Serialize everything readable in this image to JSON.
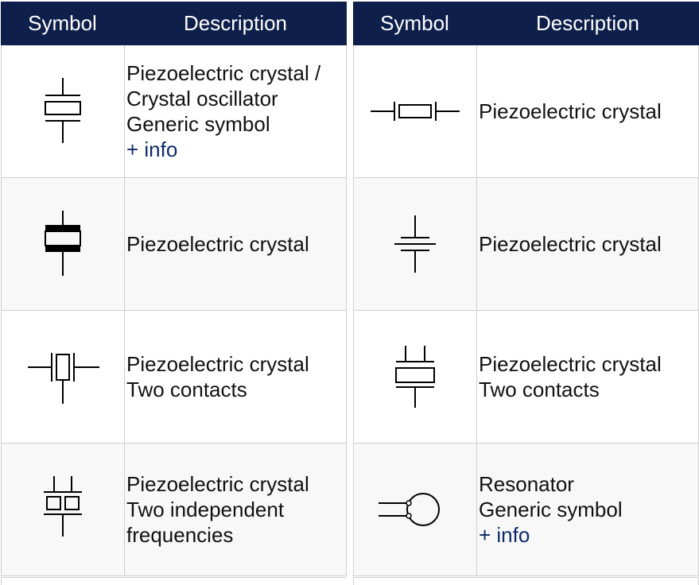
{
  "header": {
    "symbol_label": "Symbol",
    "description_label": "Description"
  },
  "left_rows": [
    {
      "icon": "crystal-generic-icon",
      "lines": [
        "Piezoelectric crystal /",
        "Crystal oscillator",
        "Generic symbol"
      ],
      "info": "+ info"
    },
    {
      "icon": "crystal-filled-electrodes-icon",
      "lines": [
        "Piezoelectric crystal"
      ]
    },
    {
      "icon": "crystal-horizontal-two-contacts-icon",
      "lines": [
        "Piezoelectric crystal",
        "Two contacts"
      ]
    },
    {
      "icon": "crystal-dual-frequency-icon",
      "lines": [
        "Piezoelectric crystal",
        "Two independent",
        "frequencies"
      ]
    }
  ],
  "right_rows": [
    {
      "icon": "crystal-horizontal-icon",
      "lines": [
        "Piezoelectric crystal"
      ]
    },
    {
      "icon": "crystal-plates-icon",
      "lines": [
        "Piezoelectric crystal"
      ]
    },
    {
      "icon": "crystal-vertical-two-contacts-icon",
      "lines": [
        "Piezoelectric crystal",
        "Two contacts"
      ]
    },
    {
      "icon": "resonator-icon",
      "lines": [
        "Resonator",
        "Generic symbol"
      ],
      "info": "+ info"
    }
  ]
}
